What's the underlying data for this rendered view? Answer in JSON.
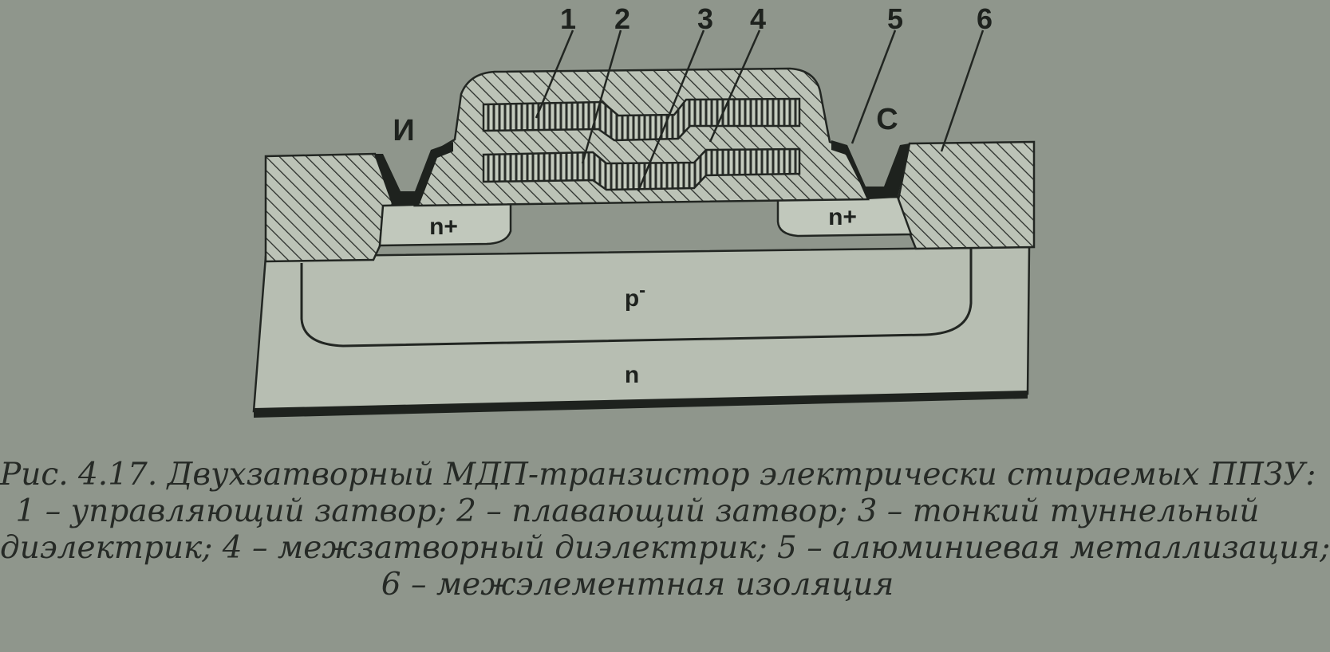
{
  "diagram": {
    "callouts": [
      "1",
      "2",
      "3",
      "4",
      "5",
      "6"
    ],
    "terminals": {
      "source": "И",
      "drain": "С"
    },
    "regions": {
      "source_diffusion": "n+",
      "drain_diffusion": "n+",
      "well": "p",
      "well_superscript": "-",
      "substrate": "n"
    }
  },
  "caption": {
    "line1": "Рис. 4.17. Двухзатворный МДП-транзистор электрически стираемых ППЗУ:",
    "line2": "1 – управляющий затвор; 2 – плавающий затвор; 3 – тонкий туннельный",
    "line3": "диэлектрик; 4 – межзатворный диэлектрик; 5 – алюминиевая металлизация;",
    "line4": "6 – межэлементная изоляция"
  },
  "colors": {
    "background": "#8f968c",
    "paper": "#b9c0b4",
    "ink": "#1e221e"
  }
}
